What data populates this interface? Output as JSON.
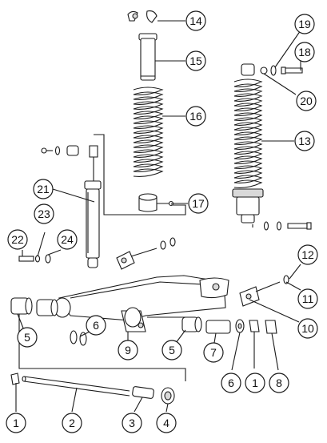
{
  "callouts": {
    "c1a": "1",
    "c1b": "1",
    "c2": "2",
    "c3": "3",
    "c4": "4",
    "c5a": "5",
    "c5b": "5",
    "c6a": "6",
    "c6b": "6",
    "c7": "7",
    "c8": "8",
    "c9": "9",
    "c10": "10",
    "c11": "11",
    "c12": "12",
    "c13": "13",
    "c14": "14",
    "c15": "15",
    "c16": "16",
    "c17": "17",
    "c18": "18",
    "c19": "19",
    "c20": "20",
    "c21": "21",
    "c22": "22",
    "c23": "23",
    "c24": "24"
  }
}
